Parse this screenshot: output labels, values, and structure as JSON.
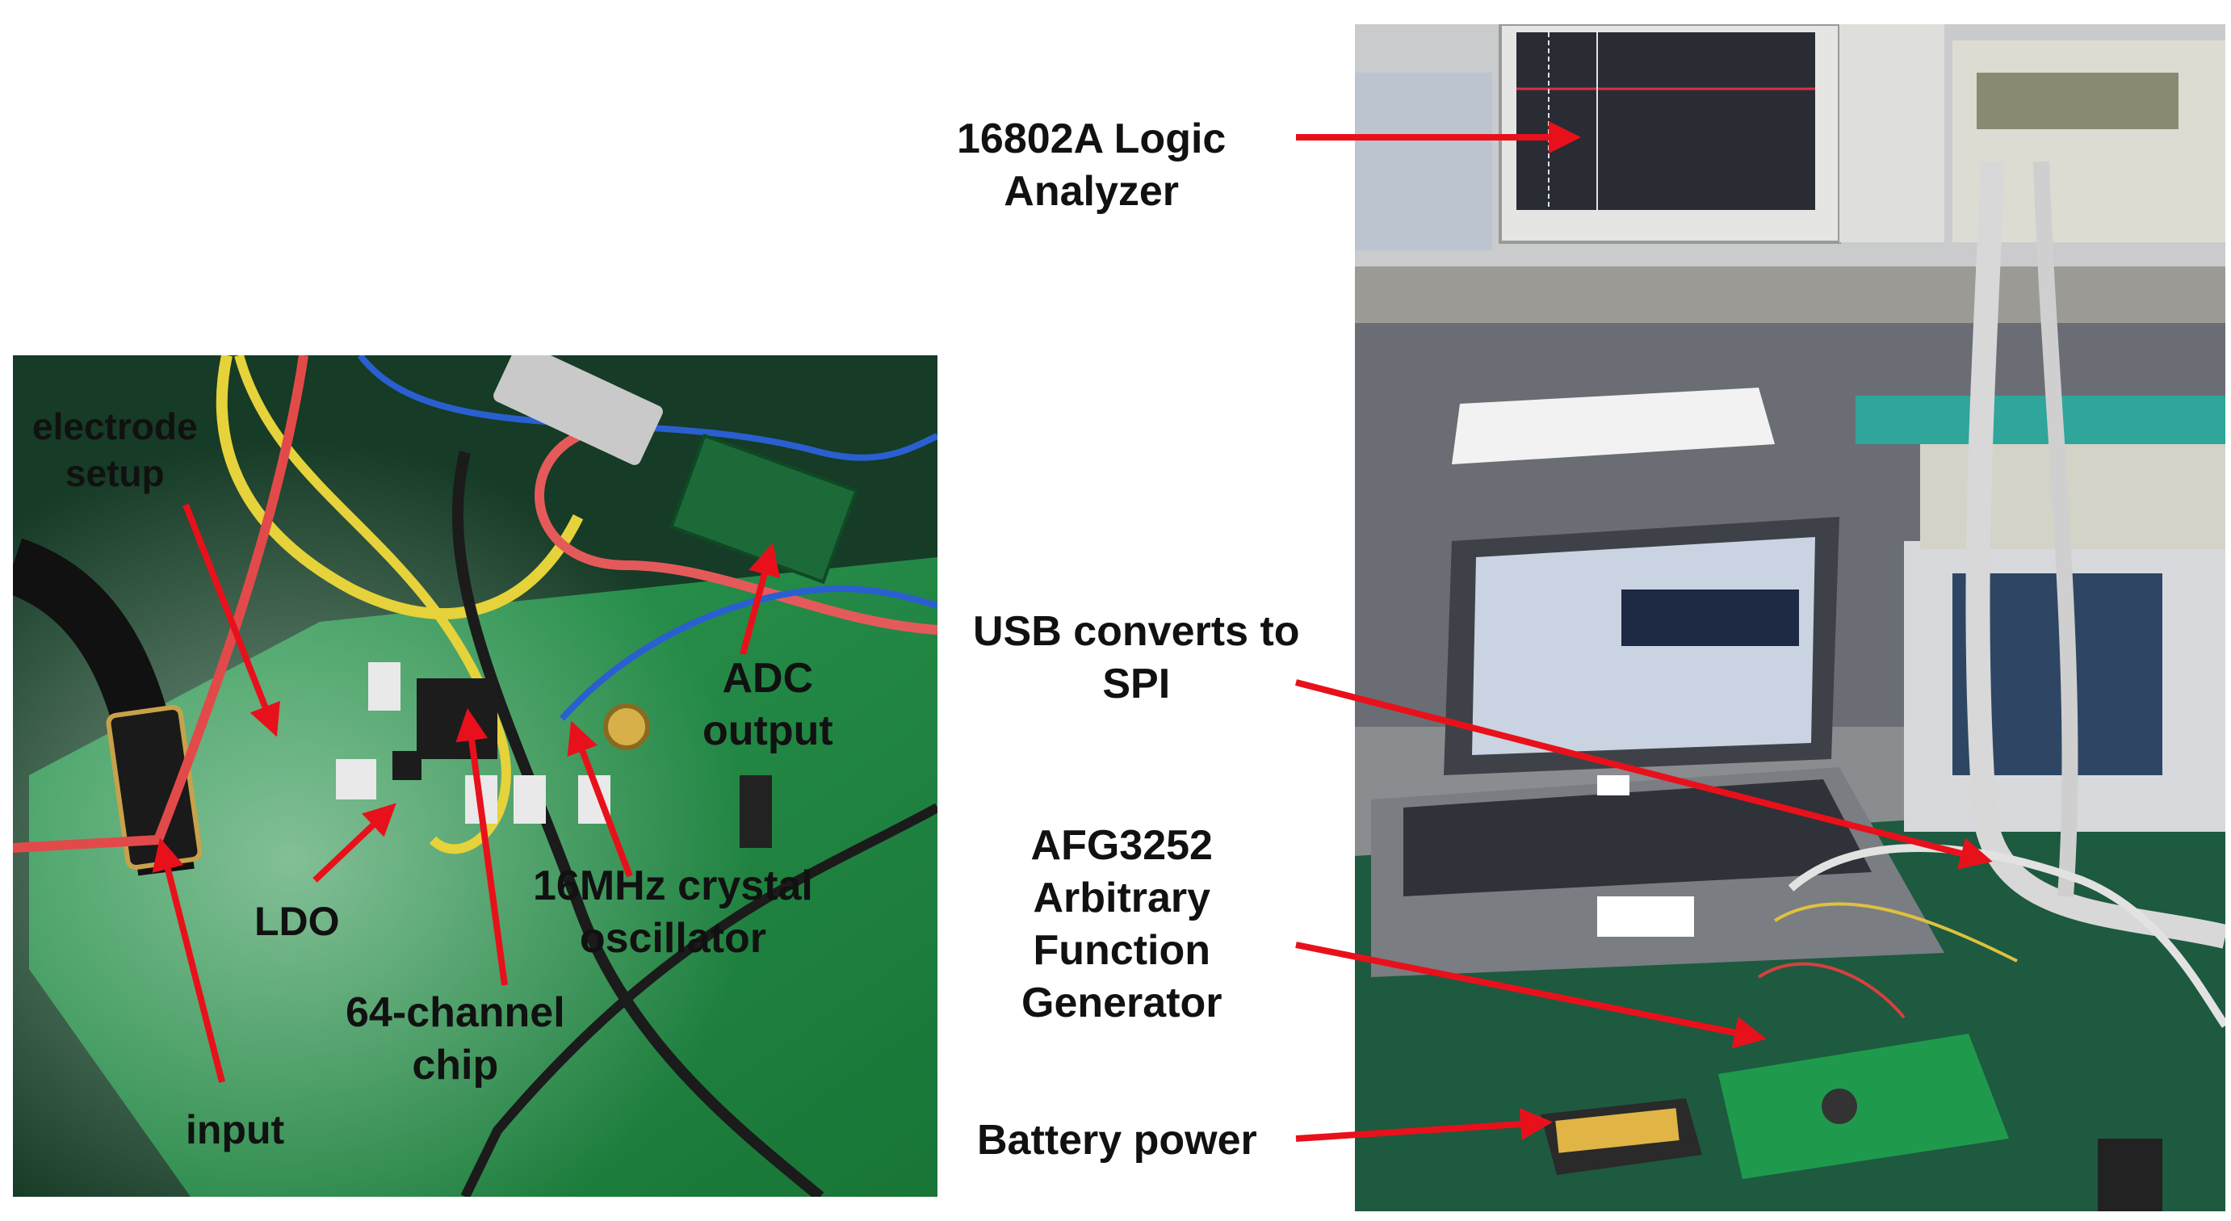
{
  "labels": {
    "electrode_setup": [
      "electrode",
      "setup"
    ],
    "input": [
      "input"
    ],
    "ldo": [
      "LDO"
    ],
    "chip": [
      "64-channel",
      "chip"
    ],
    "crystal": [
      "16MHz crystal",
      "oscillator"
    ],
    "adc_output": [
      "ADC",
      "output"
    ],
    "logic_analyzer": [
      "16802A Logic",
      "Analyzer"
    ],
    "usb_spi": [
      "USB converts to",
      "SPI"
    ],
    "afg": [
      "AFG3252",
      "Arbitrary",
      "Function",
      "Generator"
    ],
    "battery": [
      "Battery power"
    ]
  },
  "colors": {
    "arrow": "#e8111b",
    "pcb_green": "#1f8a43",
    "label_text": "#111111"
  }
}
